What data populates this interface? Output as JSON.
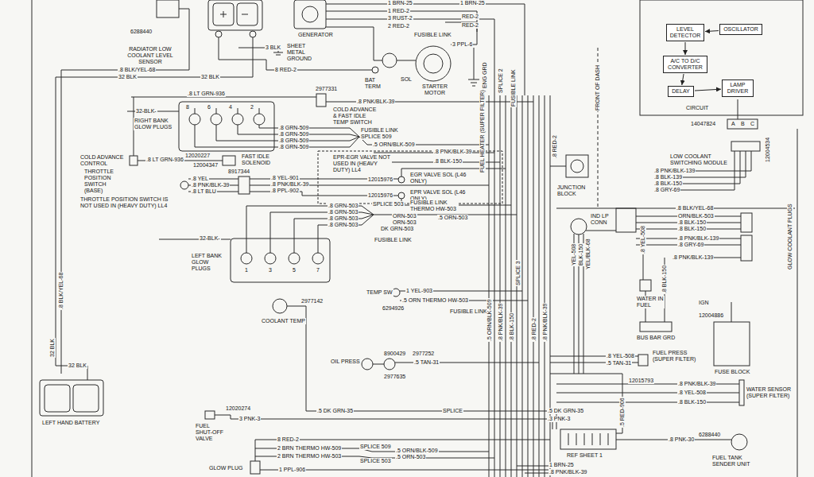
{
  "diagram": {
    "nodes": [
      {
        "text": [
          "RADIATOR LOW COOLANT LEVEL SENSOR"
        ]
      },
      {
        "text": [
          "GENERATOR"
        ]
      },
      {
        "text": [
          "STARTER MOTOR"
        ]
      },
      {
        "text": [
          "RIGHT BANK GLOW PLUGS"
        ]
      },
      {
        "text": [
          "COLD ADVANCE & FAST IDLE TEMP SWITCH"
        ]
      },
      {
        "text": [
          "COLD ADVANCE CONTROL"
        ]
      },
      {
        "text": [
          "FAST IDLE SOLENOID"
        ]
      },
      {
        "text": [
          "THROTTLE POSITION SWITCH (BASE)"
        ]
      },
      {
        "text": [
          "EPR-EGR VALVE NOT USED IN (HEAVY DUTY) LL4"
        ]
      },
      {
        "text": [
          "EGR VALVE SOL (L46 ONLY)"
        ]
      },
      {
        "text": [
          "EPR VALVE SOL (L46 ONLY)"
        ]
      },
      {
        "text": [
          "JUNCTION BLOCK"
        ]
      },
      {
        "text": [
          "IND LP CONN"
        ]
      },
      {
        "text": [
          "LEFT BANK GLOW PLUGS"
        ]
      },
      {
        "text": [
          "TEMP SW"
        ]
      },
      {
        "text": [
          "COOLANT TEMP"
        ]
      },
      {
        "text": [
          "OIL PRESS"
        ]
      },
      {
        "text": [
          "LEFT HAND BATTERY"
        ]
      },
      {
        "text": [
          "FUEL SHUT-OFF VALVE"
        ]
      },
      {
        "text": [
          "GLOW PLUG"
        ]
      },
      {
        "text": [
          "LOW COOLANT SWITCHING MODULE"
        ]
      },
      {
        "text": [
          "WATER IN FUEL"
        ]
      },
      {
        "text": [
          "BUS BAR GRD"
        ]
      },
      {
        "text": [
          "FUSE BLOCK"
        ]
      },
      {
        "text": [
          "FUEL PRESS (SUPER FILTER)"
        ]
      },
      {
        "text": [
          "WATER SENSOR (SUPER FILTER)"
        ]
      },
      {
        "text": [
          "FUEL TANK SENDER UNIT"
        ]
      },
      {
        "text": [
          "LEVEL DETECTOR"
        ]
      },
      {
        "text": [
          "OSCILLATOR"
        ]
      },
      {
        "text": [
          "A/C TO D/C CONVERTER"
        ]
      },
      {
        "text": [
          "DELAY"
        ]
      },
      {
        "text": [
          "LAMP DRIVER"
        ]
      }
    ],
    "edges": [
      {
        "from": 28,
        "to": 27,
        "arrow": "to"
      },
      {
        "from": 27,
        "to": 29,
        "arrow": "to"
      },
      {
        "from": 29,
        "to": 30,
        "arrow": "to"
      },
      {
        "from": 30,
        "to": 31,
        "arrow": "to"
      }
    ],
    "labels": [
      "6288440",
      "1 BRN-25",
      "1 BRN-25",
      "1 RED-2",
      "3 RUST-2",
      "2 RED-2",
      "FUSIBLE LINK",
      "RED-2",
      "RED-2",
      "3 PPL-6",
      "3 BLK",
      "SHEET METAL GROUND",
      ".8 BLK/YEL-68",
      "32 BLK",
      "32 BLK",
      "8 RED-2",
      "BAT TERM",
      "SOL",
      "ENG GRD",
      "SPLICE 2",
      "FUSIBLE LINK",
      ".8 LT GRN-936",
      "2977331",
      "32-BLK-",
      ".8 PNK/BLK-39",
      "12020227",
      ".8 GRN-509",
      ".8 GRN-509",
      ".8 GRN-509",
      ".8 GRN-509",
      "FUSIBLE LINK",
      "SPLICE 509",
      ".5 ORN/BLK-509",
      ".8 PNK/BLK-39",
      ".8 BLK-150",
      ".8 LT GRN-936",
      "12004347",
      ".8 YEL",
      ".8 PNK/BLK-39",
      ".8 LT BLU",
      ".8 YEL-901",
      ".8 PNK/BLK-39",
      ".8 PPL-902",
      "THROTTLE POSITION SWITCH IS NOT USED IN (HEAVY DUTY) LL4",
      "8917344",
      "12015976",
      "12015976",
      ".8 GRN-503",
      ".8 GRN-503",
      ".8 GRN-503",
      ".8 GRN-503",
      "SPLICE 503",
      "FUSIBLE LINK THERMO HW-503",
      "ORN-503",
      "ORN-503",
      "DK GRN-503",
      ".5 ORN-503",
      "32-BLK-",
      "FUSIBLE LINK",
      ".8 BLK/YEL-68",
      "1 YEL-903",
      ".5 ORN THERMO HW-503",
      "6294926",
      "FUSIBLE LINK",
      "2977142",
      "8900429",
      "2977252",
      ".5 TAN-31",
      "2977635",
      "32 BLK",
      "32 BLK",
      "12020274",
      "3 PNK-3",
      ".5 DK GRN-35",
      "SPLICE",
      ".5 DK GRN-35",
      ".3 PNK-3",
      "8 RED-2",
      "2 BRN THERMO HW-509",
      "2 BRN THERMO HW-503",
      "SPLICE 509",
      "SPLICE 503",
      ".5 ORN/BLK-509",
      ".5 ORN-503",
      "1 PPL-906",
      "1 BRN-25",
      ".8 PNK/BLK-39",
      "REF SHEET 1",
      ".5 RED-906",
      ".8 PNK-30",
      "6288440",
      ".8 PNK/BLK-139",
      ".8 BLK-139",
      ".8 BLK-150",
      ".8 GRY-69",
      "12004534",
      ".8 BLK/YEL-68",
      "ORN/BLK-503",
      ".8 BLK-150",
      ".8 BLK-150",
      ".8 PNK/BLK-139",
      ".8 GRY-69",
      ".8 PNK/BLK-139",
      ".8 YEL-508",
      ".8 BLK-150",
      "IGN",
      "12004886",
      ".8 YEL-508",
      ".5 TAN-31",
      ".8 PNK/BLK-39",
      ".8 YEL-508",
      ".8 BLK-150",
      "12015793",
      "FUEL HEATER (SUPER FILTER)",
      "FRONT OF DASH",
      "GLOW COOLANT PLUGS",
      "CIRCUIT",
      "A",
      "B",
      "C",
      "14047824",
      "8",
      "6",
      "4",
      "2",
      "1",
      "3",
      "5",
      "7",
      ".8 RED-2",
      "SPLICE 3",
      ".5 ORN/BLK-509",
      ".8 PNK/BLK-39",
      ".8 BLK-150",
      ".8 RED-2",
      ".8 PNK/BLK-39",
      "YEL-508",
      "BLK-150",
      "YEL/BLK-68"
    ]
  }
}
